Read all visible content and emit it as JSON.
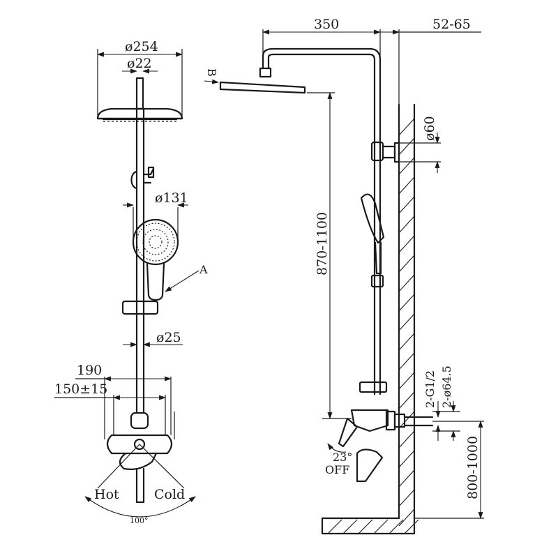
{
  "front_view": {
    "head_diameter": "ø254",
    "arm_diameter": "ø22",
    "hand_shower_diameter": "ø131",
    "callout": "A",
    "rail_diameter": "ø25",
    "valve_width": "190",
    "inlet_spacing": "150±15",
    "hot_label": "Hot",
    "cold_label": "Cold",
    "rotation_angle": "100°"
  },
  "side_view": {
    "projection": "350",
    "wall_offset": "52-65",
    "view_marker": "B",
    "bracket_diameter": "ø60",
    "head_height": "870-1100",
    "thread_size": "2-G1/2",
    "escutcheon_diameter": "2-ø64.5",
    "handle_angle": "23°",
    "off_label": "OFF",
    "valve_height": "800-1000"
  }
}
